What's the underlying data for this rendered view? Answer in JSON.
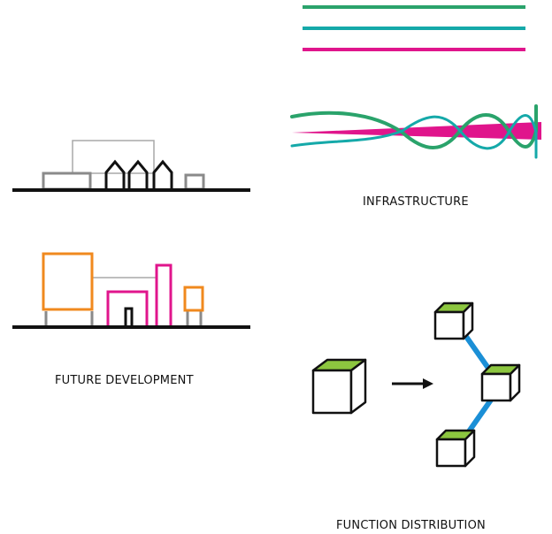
{
  "labels": {
    "infrastructure": "INFRASTRUCTURE",
    "future_development": "FUTURE DEVELOPMENT",
    "function_distribution": "FUNCTION DISTRIBUTION"
  },
  "colors": {
    "green": "#2aa36b",
    "teal": "#15a9a9",
    "magenta": "#e0158c",
    "orange": "#f0891e",
    "gray": "#8a8a8a",
    "light_gray": "#a8a8a8",
    "black": "#111111",
    "cube_top": "#8cc63f",
    "link_blue": "#1b8fd6"
  },
  "icons": [
    "existing-buildings-elevation",
    "future-buildings-elevation",
    "infrastructure-lines",
    "infrastructure-braided-lines",
    "single-cube-icon",
    "arrow-right-icon",
    "distributed-cubes-icon"
  ]
}
